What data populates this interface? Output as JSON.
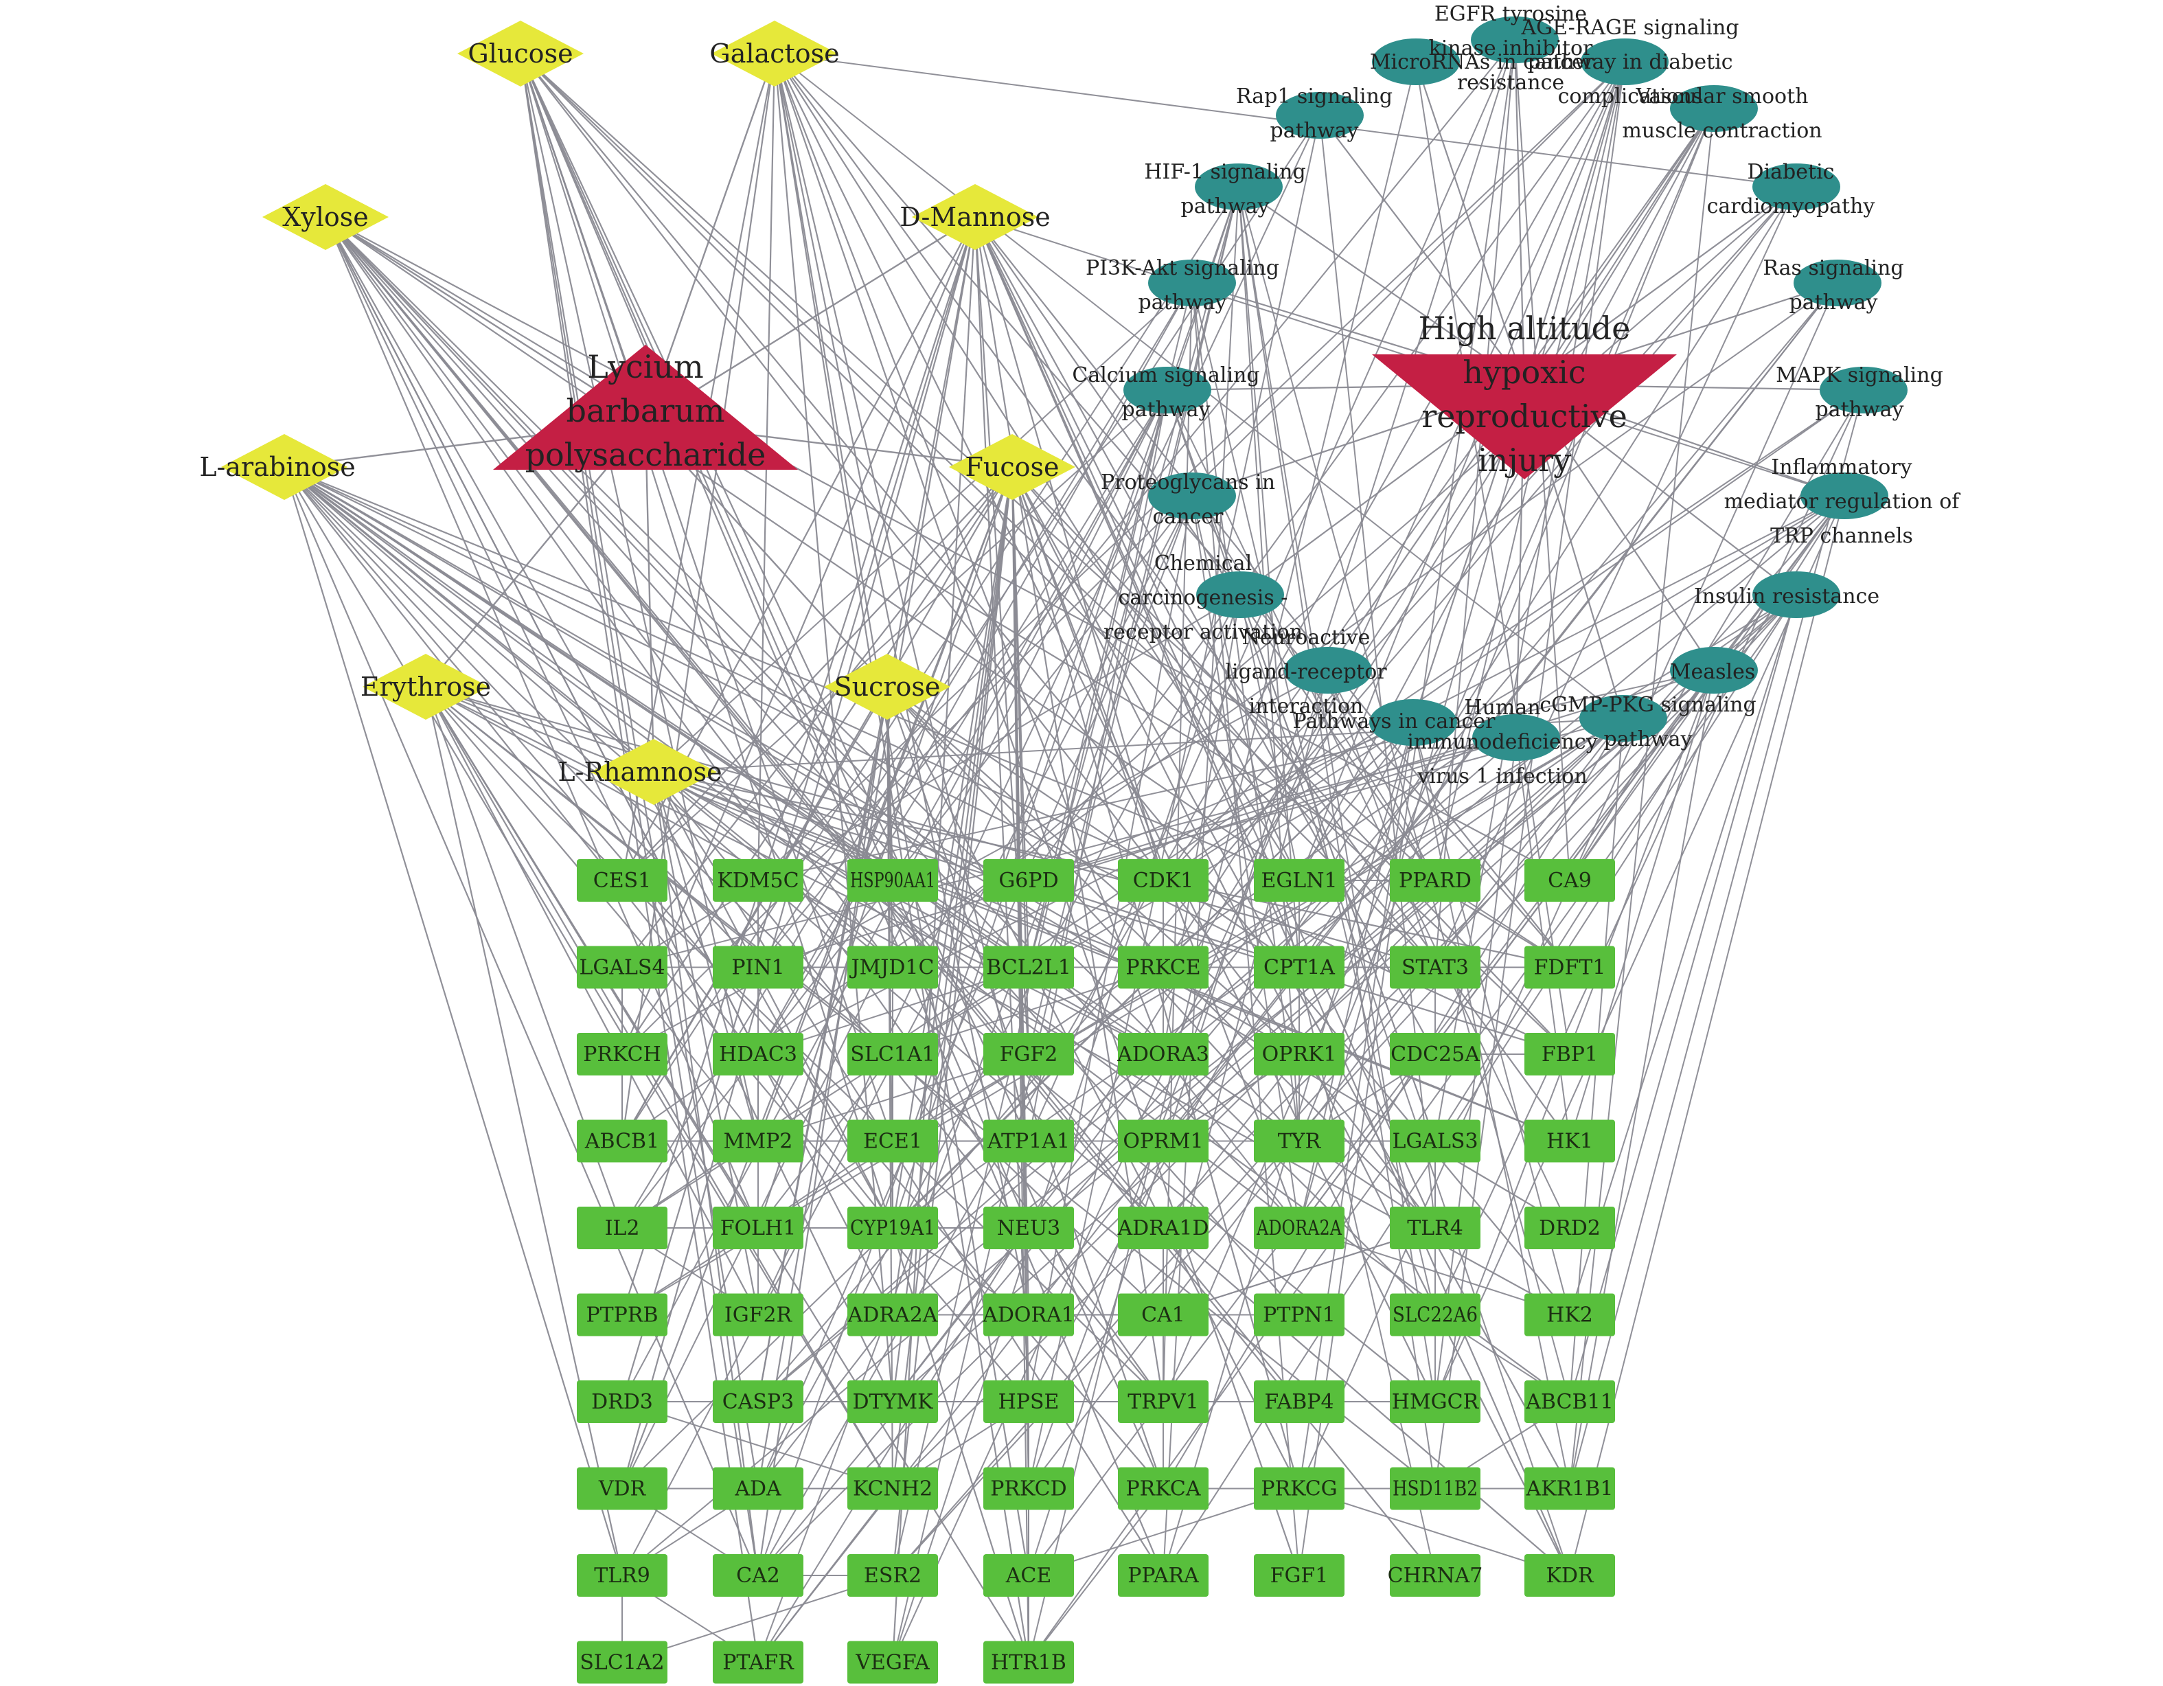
{
  "colors": {
    "edge": "#8a8a92",
    "sugar": "#e6e83a",
    "pathway": "#2f8f8c",
    "hub": "#c41f44",
    "gene": "#58bf3c"
  },
  "hubs": [
    {
      "id": "lbp",
      "label": [
        "Lycium",
        "barbarum",
        "polysaccharide"
      ],
      "shape": "triangle-up"
    },
    {
      "id": "hahri",
      "label": [
        "High altitude",
        "hypoxic",
        "reproductive",
        "injury"
      ],
      "shape": "triangle-down"
    }
  ],
  "sugars": [
    {
      "id": "glucose",
      "label": "Glucose"
    },
    {
      "id": "galactose",
      "label": "Galactose"
    },
    {
      "id": "xylose",
      "label": "Xylose"
    },
    {
      "id": "dmannose",
      "label": "D-Mannose"
    },
    {
      "id": "larabinose",
      "label": "L-arabinose"
    },
    {
      "id": "fucose",
      "label": "Fucose"
    },
    {
      "id": "erythrose",
      "label": "Erythrose"
    },
    {
      "id": "sucrose",
      "label": "Sucrose"
    },
    {
      "id": "lrhamnose",
      "label": "L-Rhamnose"
    }
  ],
  "pathways": [
    {
      "id": "egfr",
      "label": [
        "EGFR tyrosine",
        "kinase inhibitor",
        "resistance"
      ]
    },
    {
      "id": "mirna",
      "label": [
        "MicroRNAs in cancer"
      ]
    },
    {
      "id": "age",
      "label": [
        "AGE-RAGE signaling",
        "pathway in diabetic",
        "complications"
      ]
    },
    {
      "id": "vsmc",
      "label": [
        "Vascular smooth",
        "muscle contraction"
      ]
    },
    {
      "id": "rap1",
      "label": [
        "Rap1 signaling",
        "pathway"
      ]
    },
    {
      "id": "hif1",
      "label": [
        "HIF-1 signaling",
        "pathway"
      ]
    },
    {
      "id": "diab",
      "label": [
        "Diabetic",
        "cardiomyopathy"
      ]
    },
    {
      "id": "pi3k",
      "label": [
        "PI3K-Akt signaling",
        "pathway"
      ]
    },
    {
      "id": "ras",
      "label": [
        "Ras signaling",
        "pathway"
      ]
    },
    {
      "id": "calc",
      "label": [
        "Calcium signaling",
        "pathway"
      ]
    },
    {
      "id": "mapk",
      "label": [
        "MAPK signaling",
        "pathway"
      ]
    },
    {
      "id": "proteo",
      "label": [
        "Proteoglycans in",
        "cancer"
      ]
    },
    {
      "id": "inflam",
      "label": [
        "Inflammatory",
        "mediator regulation of",
        "TRP channels"
      ]
    },
    {
      "id": "chem",
      "label": [
        "Chemical",
        "carcinogenesis -",
        "receptor activation"
      ]
    },
    {
      "id": "insulin",
      "label": [
        "Insulin resistance"
      ]
    },
    {
      "id": "neuro",
      "label": [
        "Neuroactive",
        "ligand-receptor",
        "interaction"
      ]
    },
    {
      "id": "measles",
      "label": [
        "Measles"
      ]
    },
    {
      "id": "pic",
      "label": [
        "Pathways in cancer"
      ]
    },
    {
      "id": "hiv",
      "label": [
        "Human",
        "immunodeficiency",
        "virus 1 infection"
      ]
    },
    {
      "id": "cgmp",
      "label": [
        "cGMP-PKG signaling",
        "pathway"
      ]
    }
  ],
  "gene_columns": [
    [
      "CES1",
      "LGALS4",
      "PRKCH",
      "ABCB1",
      "IL2",
      "PTPRB",
      "DRD3",
      "VDR",
      "TLR9",
      "SLC1A2"
    ],
    [
      "KDM5C",
      "PIN1",
      "HDAC3",
      "MMP2",
      "FOLH1",
      "IGF2R",
      "CASP3",
      "ADA",
      "CA2",
      "PTAFR"
    ],
    [
      "HSP90AA1",
      "JMJD1C",
      "SLC1A1",
      "ECE1",
      "CYP19A1",
      "ADRA2A",
      "DTYMK",
      "KCNH2",
      "ESR2",
      "VEGFA"
    ],
    [
      "G6PD",
      "BCL2L1",
      "FGF2",
      "ATP1A1",
      "NEU3",
      "ADORA1",
      "HPSE",
      "PRKCD",
      "ACE",
      "HTR1B"
    ],
    [
      "CDK1",
      "PRKCE",
      "ADORA3",
      "OPRM1",
      "ADRA1D",
      "CA1",
      "TRPV1",
      "PRKCA",
      "PPARA"
    ],
    [
      "EGLN1",
      "CPT1A",
      "OPRK1",
      "TYR",
      "ADORA2A",
      "PTPN1",
      "FABP4",
      "PRKCG",
      "FGF1"
    ],
    [
      "PPARD",
      "STAT3",
      "CDC25A",
      "LGALS3",
      "TLR4",
      "SLC22A6",
      "HMGCR",
      "HSD11B2",
      "CHRNA7"
    ],
    [
      "CA9",
      "FDFT1",
      "FBP1",
      "HK1",
      "DRD2",
      "HK2",
      "ABCB11",
      "AKR1B1",
      "KDR"
    ]
  ]
}
